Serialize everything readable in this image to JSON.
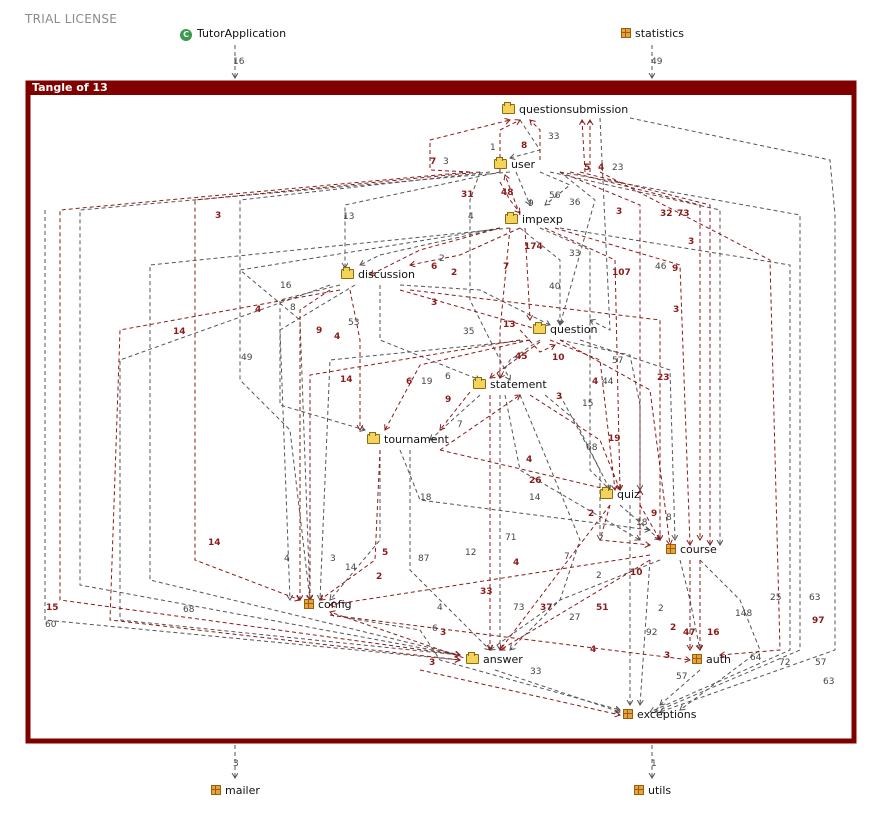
{
  "watermark": "TRIAL LICENSE",
  "tangle_title": "Tangle of 13",
  "colors": {
    "frame": "#800000",
    "cycle_edge": "#8b1a1a",
    "edge": "#555555"
  },
  "nodes": {
    "tutor_application": {
      "label": "TutorApplication",
      "icon": "class-icon"
    },
    "statistics": {
      "label": "statistics",
      "icon": "package-icon"
    },
    "questionsubmission": {
      "label": "questionsubmission",
      "icon": "folder-icon"
    },
    "user": {
      "label": "user",
      "icon": "folder-icon"
    },
    "impexp": {
      "label": "impexp",
      "icon": "folder-icon"
    },
    "discussion": {
      "label": "discussion",
      "icon": "folder-icon"
    },
    "question": {
      "label": "question",
      "icon": "folder-icon"
    },
    "statement": {
      "label": "statement",
      "icon": "folder-icon"
    },
    "tournament": {
      "label": "tournament",
      "icon": "folder-icon"
    },
    "quiz": {
      "label": "quiz",
      "icon": "folder-icon"
    },
    "course": {
      "label": "course",
      "icon": "package-icon"
    },
    "config": {
      "label": "config",
      "icon": "package-icon"
    },
    "answer": {
      "label": "answer",
      "icon": "folder-icon"
    },
    "auth": {
      "label": "auth",
      "icon": "package-icon"
    },
    "exceptions": {
      "label": "exceptions",
      "icon": "package-icon"
    },
    "mailer": {
      "label": "mailer",
      "icon": "package-icon"
    },
    "utils": {
      "label": "utils",
      "icon": "package-icon"
    }
  },
  "edge_labels": {
    "tutor_to_config": "16",
    "statistics_to_exceptions": "49",
    "config_to_mailer": "3",
    "exceptions_to_utils": "1",
    "qs_1": "1",
    "qs_3": "3",
    "qs_7": "7",
    "qs_8": "8",
    "qs_33": "33",
    "u_5": "5",
    "u_4": "4",
    "u_23": "23",
    "u_31": "31",
    "u_48": "48",
    "u_9": "9",
    "u_56": "56",
    "u_36": "36",
    "u_3a": "3",
    "u_32": "32",
    "u_73": "73",
    "u_3b": "3",
    "u_13": "13",
    "u_4b": "4",
    "i_174": "174",
    "i_33": "33",
    "i_107": "107",
    "i_46": "46",
    "i_9": "9",
    "i_2a": "2",
    "i_6": "6",
    "i_2b": "2",
    "i_7": "7",
    "i_3": "3",
    "d_16": "16",
    "d_8": "8",
    "d_4": "4",
    "d_53": "53",
    "d_9": "9",
    "d_4b": "4",
    "d_14": "14",
    "d_49": "49",
    "d_40": "40",
    "d_3": "3",
    "d_35": "35",
    "d_13": "13",
    "d_3b": "3",
    "q_45": "45",
    "q_10": "10",
    "q_57": "57",
    "q_44": "44",
    "q_4": "4",
    "q_14": "14",
    "q_6": "6",
    "q_19": "19",
    "q_6b": "6",
    "q_23": "23",
    "s_9": "9",
    "s_7": "7",
    "s_3": "3",
    "s_15": "15",
    "s_68": "68",
    "s_19": "19",
    "s_4": "4",
    "s_26": "26",
    "s_14": "14",
    "t_18": "18",
    "t_2": "2",
    "t_18b": "18",
    "t_9": "9",
    "t_8": "8",
    "c_14": "14",
    "c_4": "4",
    "c_3": "3",
    "c_14b": "14",
    "c_87": "87",
    "c_5": "5",
    "c_2": "2",
    "c_12": "12",
    "c_71": "71",
    "c_4b": "4",
    "c_7": "7",
    "c_2b": "2",
    "c_10": "10",
    "c_33": "33",
    "a_15": "15",
    "a_60": "60",
    "a_68": "68",
    "a_4": "4",
    "a_73": "73",
    "a_37": "37",
    "a_27": "27",
    "a_51": "51",
    "a_2": "2",
    "a_92": "92",
    "a_2b": "2",
    "a_47": "47",
    "a_16": "16",
    "a_148": "148",
    "a_25": "25",
    "a_63": "63",
    "a_97": "97",
    "a_6": "6",
    "a_3": "3",
    "a_3b": "3",
    "a_4b": "4",
    "a_3c": "3",
    "a_33": "33",
    "a_57": "57",
    "a_64": "64",
    "a_72": "72",
    "a_57b": "57",
    "a_63b": "63"
  }
}
